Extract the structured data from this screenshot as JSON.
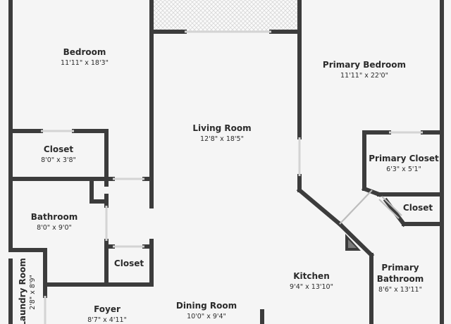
{
  "rooms": {
    "bedroom": {
      "name": "Bedroom",
      "dims": "11'11\" x 18'3\""
    },
    "living_room": {
      "name": "Living Room",
      "dims": "12'8\" x 18'5\""
    },
    "primary_bedroom": {
      "name": "Primary Bedroom",
      "dims": "11'11\" x 22'0\""
    },
    "closet_left": {
      "name": "Closet",
      "dims": "8'0\" x 3'8\""
    },
    "primary_closet": {
      "name": "Primary Closet",
      "dims": "6'3\" x 5'1\""
    },
    "closet_right": {
      "name": "Closet"
    },
    "bathroom": {
      "name": "Bathroom",
      "dims": "8'0\" x 9'0\""
    },
    "closet_small": {
      "name": "Closet"
    },
    "kitchen": {
      "name": "Kitchen",
      "dims": "9'4\" x 13'10\""
    },
    "primary_bathroom": {
      "name_line1": "Primary",
      "name_line2": "Bathroom",
      "dims": "8'6\" x 13'11\""
    },
    "laundry_room": {
      "name": "Laundry Room",
      "dims": "2'8\" x 8'9\""
    },
    "foyer": {
      "name": "Foyer",
      "dims": "8'7\" x 4'11\""
    },
    "dining_room": {
      "name": "Dining Room",
      "dims": "10'0\" x 9'4\""
    }
  }
}
